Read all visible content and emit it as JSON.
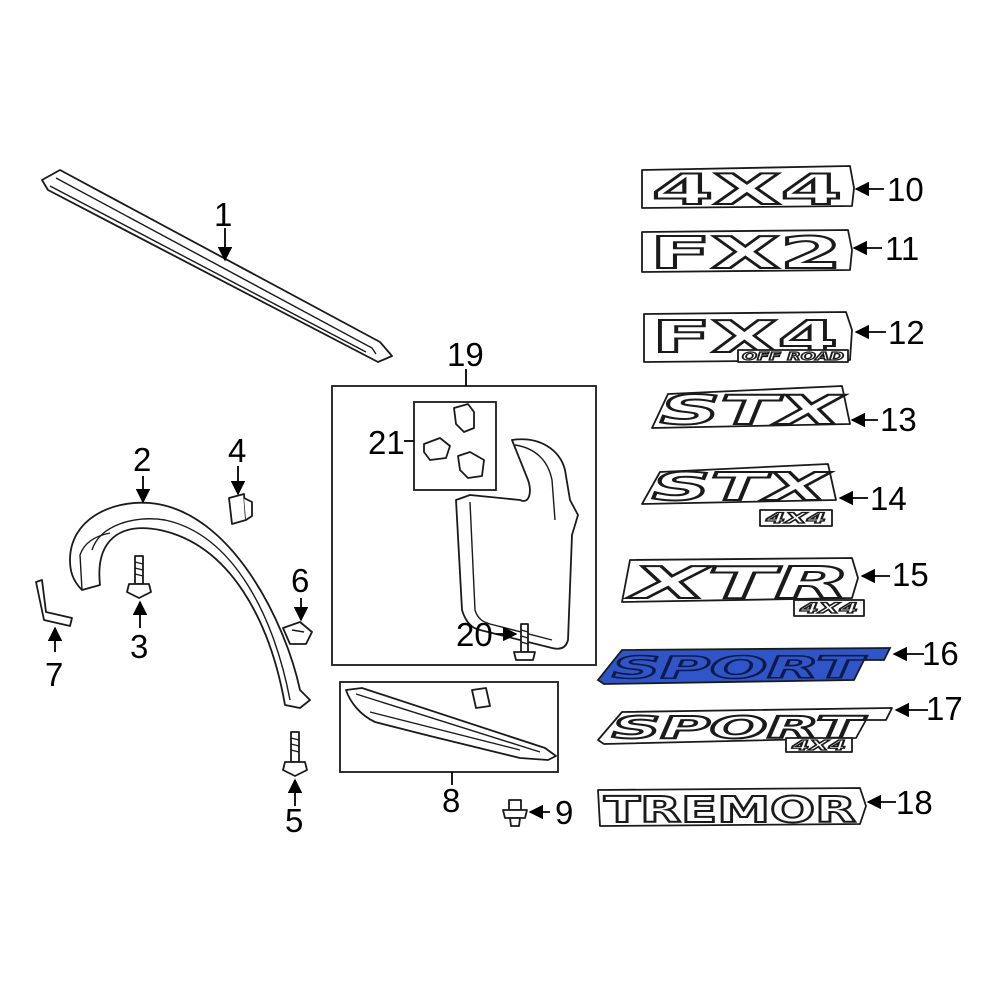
{
  "callouts": {
    "c1": "1",
    "c2": "2",
    "c3": "3",
    "c4": "4",
    "c5": "5",
    "c6": "6",
    "c7": "7",
    "c8": "8",
    "c9": "9",
    "c10": "10",
    "c11": "11",
    "c12": "12",
    "c13": "13",
    "c14": "14",
    "c15": "15",
    "c16": "16",
    "c17": "17",
    "c18": "18",
    "c19": "19",
    "c20": "20",
    "c21": "21"
  },
  "badges": {
    "b10": "4X4",
    "b11": "FX2",
    "b12_main": "FX4",
    "b12_sub": "OFF ROAD",
    "b13": "STX",
    "b14_main": "STX",
    "b14_sub": "4X4",
    "b15_main": "XTR",
    "b15_sub": "4X4",
    "b16": "SPORT",
    "b17_main": "SPORT",
    "b17_sub": "4X4",
    "b18": "TREMOR"
  },
  "colors": {
    "highlight": "#2f55c8",
    "line": "#1a1a1a"
  }
}
